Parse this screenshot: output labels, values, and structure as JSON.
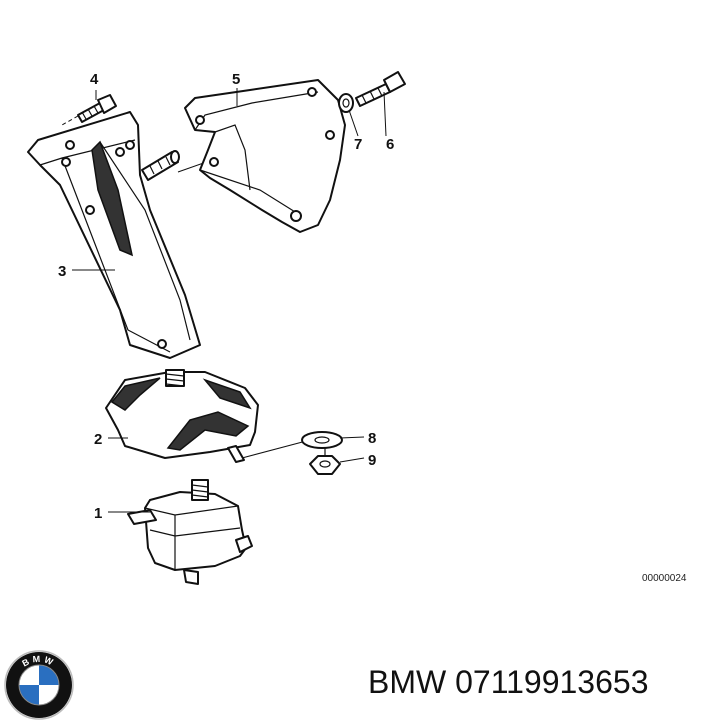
{
  "callouts": {
    "c1": "1",
    "c2": "2",
    "c3": "3",
    "c4": "4",
    "c5": "5",
    "c6": "6",
    "c7": "7",
    "c8": "8",
    "c9": "9"
  },
  "drawing_code": "00000024",
  "logo": {
    "text": "BMW",
    "colors": {
      "ring": "#111111",
      "blue": "#2a6fc0",
      "white": "#ffffff"
    }
  },
  "caption": "BMW 07119913653"
}
